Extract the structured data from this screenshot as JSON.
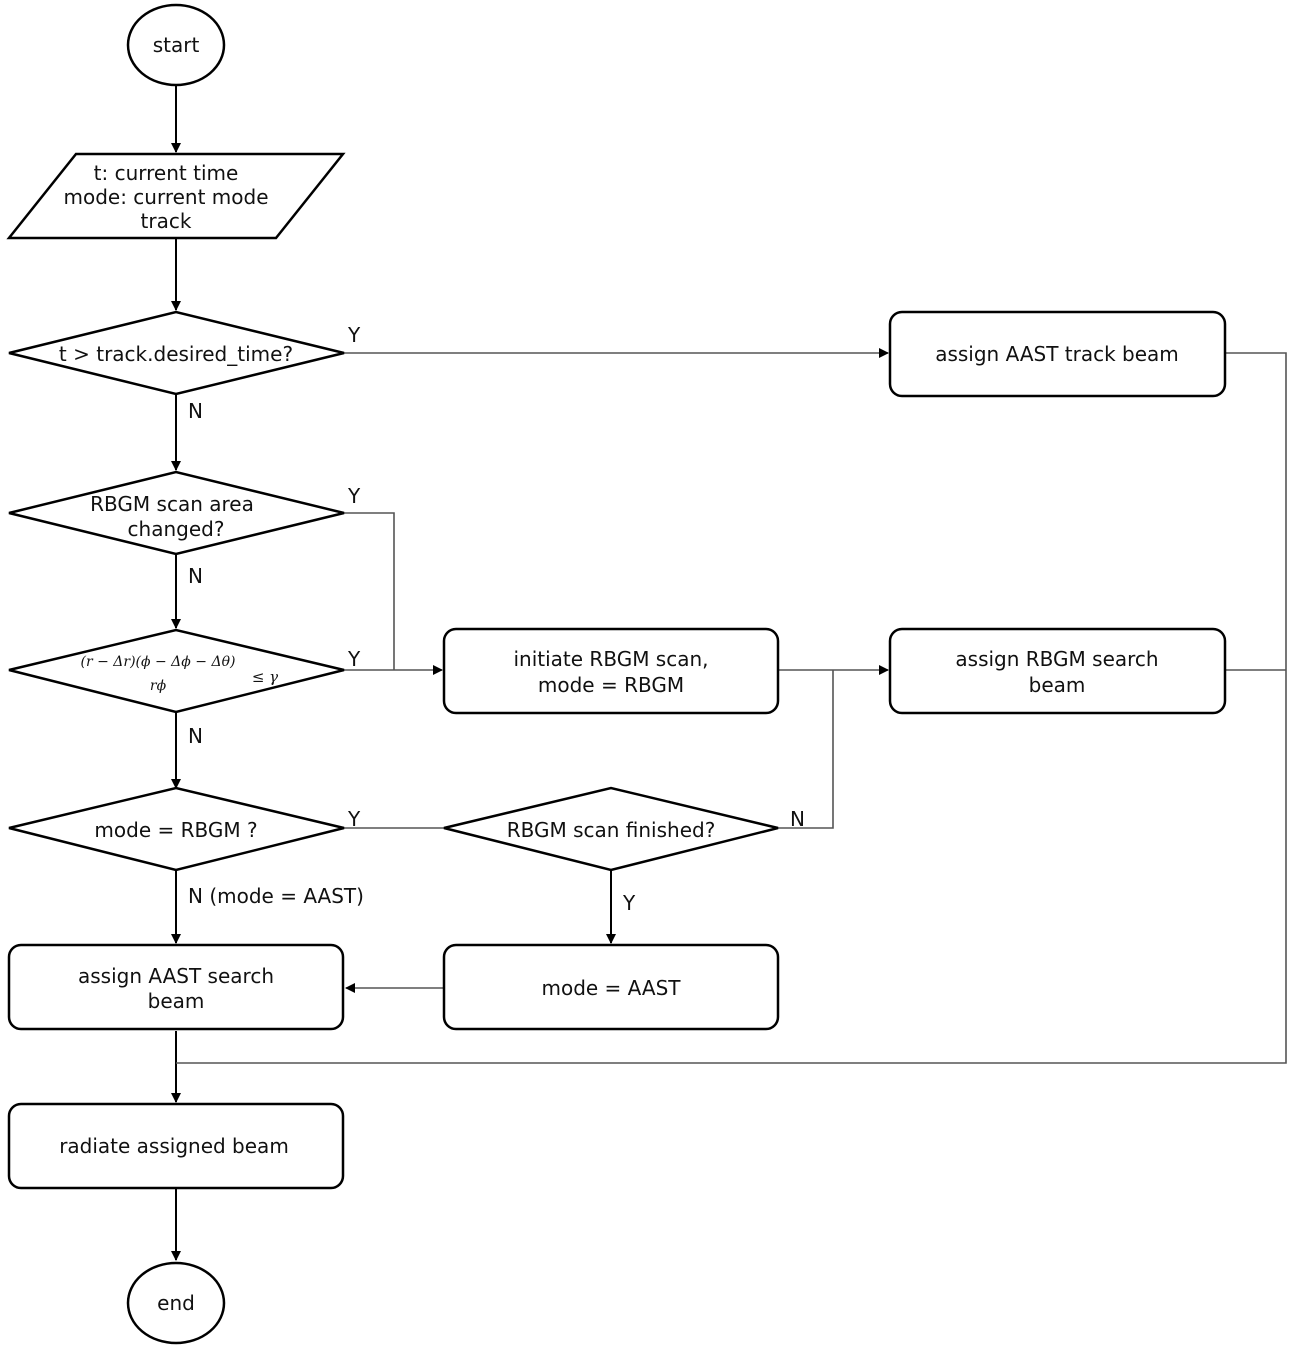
{
  "nodes": {
    "start": "start",
    "input": [
      "t: current time",
      "mode: current mode",
      "track"
    ],
    "decision_track_time": "t > track.desired_time?",
    "decision_scan_area": [
      "RBGM scan area",
      "changed?"
    ],
    "decision_formula": {
      "numerator": "(r − Δr)(ϕ − Δϕ − Δθ)",
      "denominator": "rϕ",
      "relation": "≤ γ"
    },
    "decision_mode_rbgm": "mode = RBGM ?",
    "decision_scan_finished": "RBGM scan finished?",
    "process_assign_aast_track": "assign AAST track beam",
    "process_initiate_rbgm": [
      "initiate RBGM scan,",
      "mode = RBGM"
    ],
    "process_assign_rbgm_search": [
      "assign RBGM search",
      "beam"
    ],
    "process_mode_aast": "mode = AAST",
    "process_assign_aast_search": [
      "assign AAST search",
      "beam"
    ],
    "process_radiate": "radiate assigned beam",
    "end": "end"
  },
  "edge_labels": {
    "track_time_yes": "Y",
    "track_time_no": "N",
    "scan_area_yes": "Y",
    "scan_area_no": "N",
    "formula_yes": "Y",
    "formula_no": "N",
    "mode_rbgm_yes": "Y",
    "mode_rbgm_no": "N (mode = AAST)",
    "scan_finished_no": "N",
    "scan_finished_yes": "Y"
  }
}
